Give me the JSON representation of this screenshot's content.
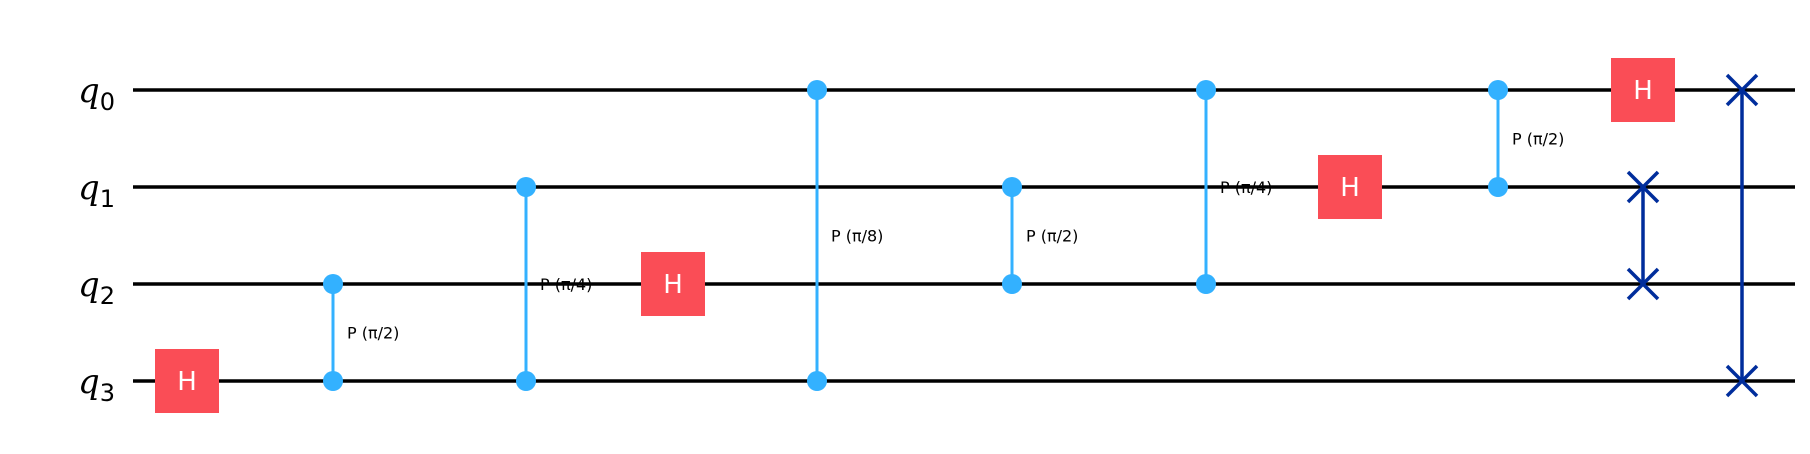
{
  "circuit": {
    "qubits": [
      {
        "label": "q",
        "index": "0"
      },
      {
        "label": "q",
        "index": "1"
      },
      {
        "label": "q",
        "index": "2"
      },
      {
        "label": "q",
        "index": "3"
      }
    ],
    "gates": [
      {
        "type": "H",
        "label": "H",
        "qubit": 3,
        "step": 0
      },
      {
        "type": "CP",
        "param": "P (π/2)",
        "qubits": [
          2,
          3
        ],
        "step": 1
      },
      {
        "type": "CP",
        "param": "P (π/4)",
        "qubits": [
          1,
          3
        ],
        "step": 2
      },
      {
        "type": "H",
        "label": "H",
        "qubit": 2,
        "step": 3
      },
      {
        "type": "CP",
        "param": "P (π/8)",
        "qubits": [
          0,
          3
        ],
        "step": 4
      },
      {
        "type": "CP",
        "param": "P (π/2)",
        "qubits": [
          1,
          2
        ],
        "step": 5
      },
      {
        "type": "CP",
        "param": "P (π/4)",
        "qubits": [
          0,
          2
        ],
        "step": 6
      },
      {
        "type": "H",
        "label": "H",
        "qubit": 1,
        "step": 7
      },
      {
        "type": "CP",
        "param": "P (π/2)",
        "qubits": [
          0,
          1
        ],
        "step": 8
      },
      {
        "type": "H",
        "label": "H",
        "qubit": 0,
        "step": 9
      },
      {
        "type": "SWAP",
        "qubits": [
          1,
          2
        ],
        "step": 9
      },
      {
        "type": "SWAP",
        "qubits": [
          0,
          3
        ],
        "step": 10
      }
    ]
  },
  "colors": {
    "wire": "#000000",
    "hadamard": "#fa4d56",
    "controlled_phase": "#33b1ff",
    "swap": "#002d9c"
  }
}
